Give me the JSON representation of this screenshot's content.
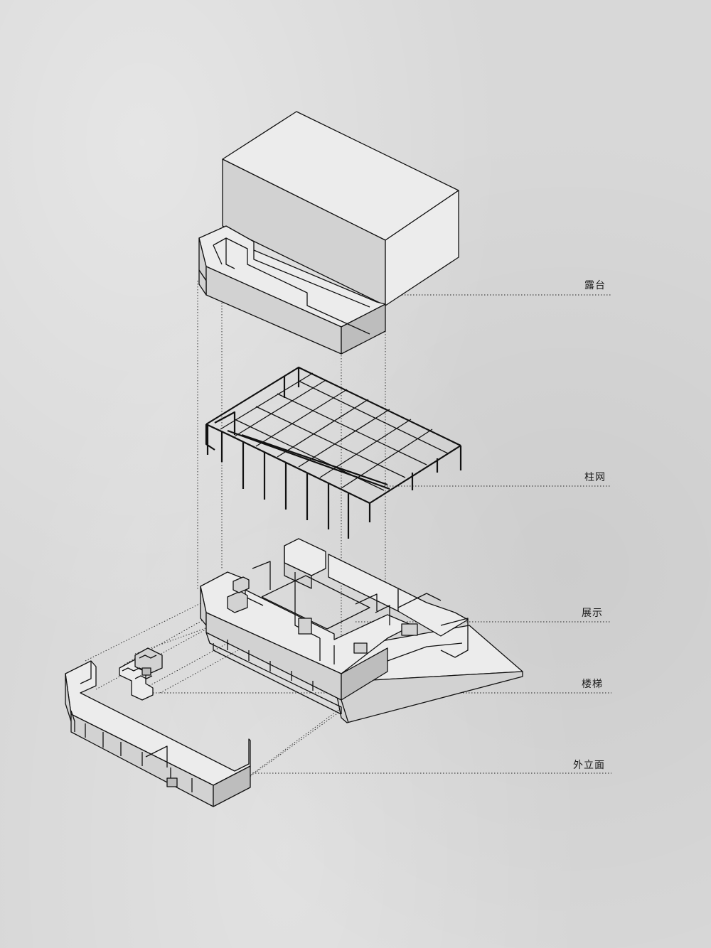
{
  "labels": {
    "terrace": "露台",
    "column_grid": "柱网",
    "exhibition": "展示",
    "stairs": "楼梯",
    "facade": "外立面"
  },
  "colors": {
    "background": "#d8d8d8",
    "line": "#111111",
    "face_light": "#ececec",
    "face_mid": "#d2d2d2",
    "face_dark": "#bdbdbd"
  }
}
